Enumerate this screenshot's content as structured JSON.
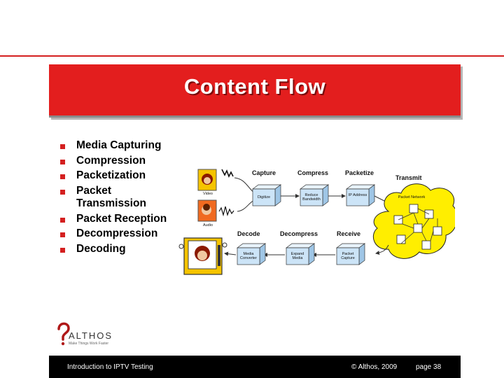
{
  "slide": {
    "title": "Content Flow",
    "bullets": [
      "Media Capturing",
      "Compression",
      "Packetization",
      "Packet Transmission",
      "Packet Reception",
      "Decompression",
      "Decoding"
    ]
  },
  "diagram": {
    "top_labels": [
      "Capture",
      "Compress",
      "Packetize",
      "Transmit"
    ],
    "bottom_labels": [
      "Decode",
      "Decompress",
      "Receive"
    ],
    "top_boxes": [
      "Digitize",
      "Reduce Bandwidth",
      "IP Address"
    ],
    "bottom_boxes": [
      "Media Converter",
      "Expand Media",
      "Packet Capture"
    ],
    "sources": [
      "Video",
      "Audio"
    ],
    "cloud_label": "Packet Network"
  },
  "logo": {
    "name": "ALTHOS",
    "tagline": "Make Things Work Faster"
  },
  "footer": {
    "left": "Introduction to IPTV Testing",
    "copyright": "© Althos, 2009",
    "page": "page 38"
  },
  "colors": {
    "accent": "#e31e1e",
    "cloud": "#ffee00",
    "box": "#cce4f7"
  }
}
